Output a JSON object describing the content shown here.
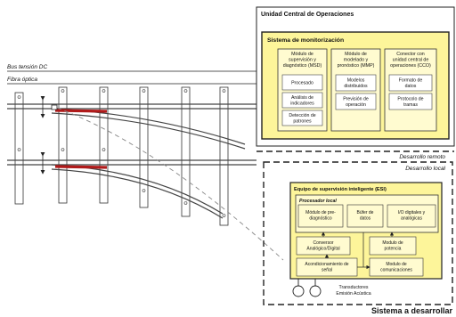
{
  "colors": {
    "yellow": "#fdf59a",
    "yellow_inner": "#fffbd0",
    "rail_red": "#b01a1a",
    "line": "#222222"
  },
  "labels": {
    "bus_dc": "Bus tensión DC",
    "fiber": "Fibra óptica",
    "uco_title": "Unidad Central de Operaciones",
    "monitor_title": "Sistema de monitorización",
    "msd_title": [
      "Módulo de",
      "supervisión y",
      "diagnóstico (MSD)"
    ],
    "mmp_title": [
      "Módulo de",
      "modelado y",
      "pronóstico (MMP)"
    ],
    "cco_title": [
      "Conector con",
      "unidad central de",
      "operaciones (CCO)"
    ],
    "msd_items": [
      [
        "Procesado"
      ],
      [
        "Análisis de",
        "indicadores"
      ],
      [
        "Detección de",
        "patrones"
      ]
    ],
    "mmp_items": [
      [
        "Modelos",
        "distribuidos"
      ],
      [
        "Previsión de",
        "operación"
      ]
    ],
    "cco_items": [
      [
        "Formato de",
        "datos"
      ],
      [
        "Protocolo de",
        "tramas"
      ]
    ],
    "remote": "Desarrollo remoto",
    "local": "Desarrollo local",
    "esi_title": "Equipo de supervisión inteligente (ESI)",
    "proc_local": "Procesador local",
    "pre_diag": [
      "Módulo de pre-",
      "diagnóstico"
    ],
    "buffer": [
      "Búfer de",
      "datos"
    ],
    "io": [
      "I/O digitales y",
      "analógicas"
    ],
    "converter": [
      "Conversor",
      "Analógico/Digital"
    ],
    "power": [
      "Modulo de",
      "potencia"
    ],
    "signal": [
      "Acondicionamiento de",
      "señal"
    ],
    "comms": [
      "Modulo de",
      "comunicaciones"
    ],
    "transducers": [
      "Transductores",
      "Emisión Acústica"
    ],
    "footer": "Sistema a desarrollar"
  }
}
